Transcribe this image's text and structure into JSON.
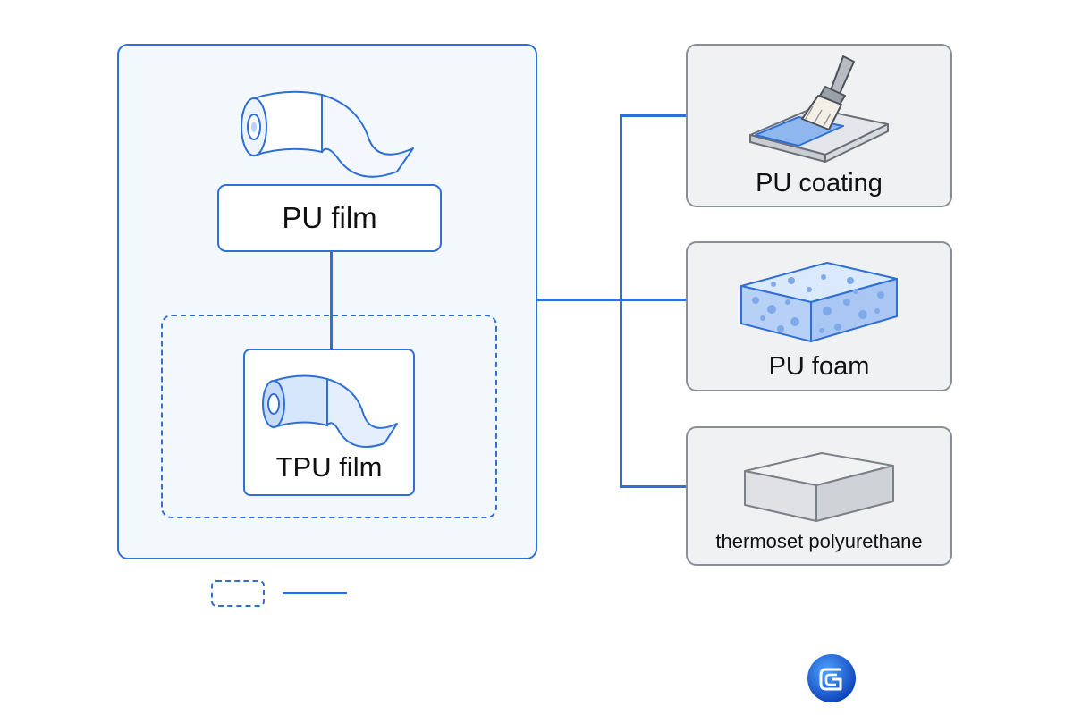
{
  "diagram": {
    "main_group": {
      "pu_film_label": "PU film",
      "subgroup": {
        "tpu_film_label": "TPU film"
      }
    },
    "branches": [
      {
        "label": "PU coating",
        "icon": "paint-brush-coating-icon"
      },
      {
        "label": "PU foam",
        "icon": "foam-block-icon"
      },
      {
        "label": "thermoset polyurethane",
        "icon": "solid-block-icon"
      }
    ],
    "legend": {
      "dashed_symbol": "dashed-box",
      "solid_symbol": "solid-line"
    },
    "colors": {
      "accent": "#2f6fd6",
      "panel_fill": "#f3f8fd",
      "card_fill": "#f0f1f3",
      "card_border": "#8a8f96"
    },
    "logo": "brand-logo-icon"
  }
}
